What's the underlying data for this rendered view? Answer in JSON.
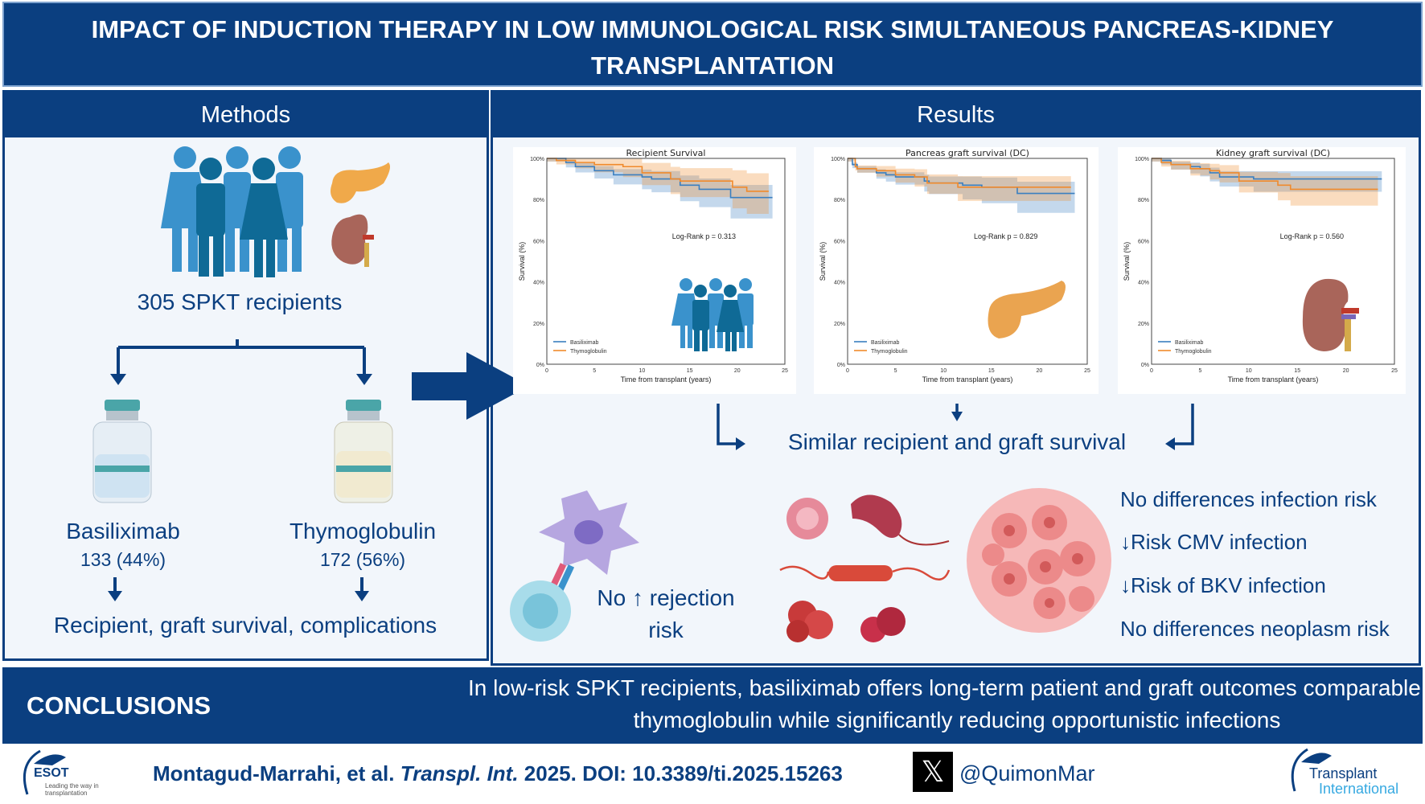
{
  "title": "IMPACT OF INDUCTION THERAPY IN LOW IMMUNOLOGICAL RISK SIMULTANEOUS PANCREAS-KIDNEY TRANSPLANTATION",
  "methods": {
    "header": "Methods",
    "cohort": "305 SPKT recipients",
    "groups": [
      {
        "name": "Basiliximab",
        "count": "133 (44%)"
      },
      {
        "name": "Thymoglobulin",
        "count": "172 (56%)"
      }
    ],
    "outcomes": "Recipient, graft survival, complications"
  },
  "results": {
    "header": "Results",
    "summary": "Similar recipient and graft survival",
    "rejection_line1": "No ↑ rejection",
    "rejection_line2": "risk",
    "infection_findings": [
      "No differences infection risk",
      "↓Risk CMV infection",
      "↓Risk of BKV infection",
      "No differences neoplasm risk"
    ]
  },
  "chart_data": [
    {
      "type": "line",
      "title": "Recipient Survival",
      "xlabel": "Time from transplant (years)",
      "ylabel": "Survival (%)",
      "xlim": [
        0,
        25
      ],
      "ylim": [
        0,
        100
      ],
      "xticks": [
        "0",
        "5",
        "10",
        "15",
        "20",
        "25"
      ],
      "yticks": [
        "0%",
        "20%",
        "40%",
        "60%",
        "80%",
        "100%"
      ],
      "annotation": "Log-Rank p = 0.313",
      "legend": "bottom-left",
      "series": [
        {
          "name": "Basiliximab",
          "color": "#3a7fc0",
          "points": [
            [
              0,
              100
            ],
            [
              2,
              98
            ],
            [
              3,
              96
            ],
            [
              5,
              94
            ],
            [
              7,
              92
            ],
            [
              10,
              91
            ],
            [
              11,
              90
            ],
            [
              14,
              87
            ],
            [
              16,
              85
            ],
            [
              19.3,
              81
            ],
            [
              23.7,
              81
            ]
          ]
        },
        {
          "name": "Thymoglobulin",
          "color": "#f08a2c",
          "points": [
            [
              0,
              100
            ],
            [
              1,
              99
            ],
            [
              3,
              98
            ],
            [
              5,
              97
            ],
            [
              8,
              96
            ],
            [
              10,
              93
            ],
            [
              13,
              90
            ],
            [
              14,
              89
            ],
            [
              19.5,
              86
            ],
            [
              21,
              84
            ],
            [
              23.3,
              84
            ]
          ]
        }
      ]
    },
    {
      "type": "line",
      "title": "Pancreas graft survival (DC)",
      "xlabel": "Time from transplant (years)",
      "ylabel": "Survival (%)",
      "xlim": [
        0,
        25
      ],
      "ylim": [
        0,
        100
      ],
      "xticks": [
        "0",
        "5",
        "10",
        "15",
        "20",
        "25"
      ],
      "yticks": [
        "0%",
        "20%",
        "40%",
        "60%",
        "80%",
        "100%"
      ],
      "annotation": "Log-Rank p = 0.829",
      "legend": "bottom-left",
      "series": [
        {
          "name": "Basiliximab",
          "color": "#3a7fc0",
          "points": [
            [
              0,
              100
            ],
            [
              0.5,
              97
            ],
            [
              1,
              95
            ],
            [
              3,
              93
            ],
            [
              4,
              92
            ],
            [
              5,
              91
            ],
            [
              8,
              89
            ],
            [
              8.5,
              88
            ],
            [
              12,
              87
            ],
            [
              14,
              86
            ],
            [
              17.7,
              83
            ],
            [
              23.7,
              83
            ]
          ]
        },
        {
          "name": "Thymoglobulin",
          "color": "#f08a2c",
          "points": [
            [
              0,
              100
            ],
            [
              0.8,
              96
            ],
            [
              1,
              95
            ],
            [
              3,
              94
            ],
            [
              5,
              92
            ],
            [
              7,
              91
            ],
            [
              8.3,
              88
            ],
            [
              11.5,
              86
            ],
            [
              23.3,
              86
            ]
          ]
        }
      ]
    },
    {
      "type": "line",
      "title": "Kidney graft survival (DC)",
      "xlabel": "Time from transplant (years)",
      "ylabel": "Survival (%)",
      "xlim": [
        0,
        25
      ],
      "ylim": [
        0,
        100
      ],
      "xticks": [
        "0",
        "5",
        "10",
        "15",
        "20",
        "25"
      ],
      "yticks": [
        "0%",
        "20%",
        "40%",
        "60%",
        "80%",
        "100%"
      ],
      "annotation": "Log-Rank p = 0.560",
      "legend": "bottom-left",
      "series": [
        {
          "name": "Basiliximab",
          "color": "#3a7fc0",
          "points": [
            [
              0,
              100
            ],
            [
              1,
              99
            ],
            [
              2,
              97
            ],
            [
              4,
              96
            ],
            [
              5,
              95
            ],
            [
              6,
              93
            ],
            [
              7,
              91
            ],
            [
              10.5,
              90
            ],
            [
              23.7,
              90
            ]
          ]
        },
        {
          "name": "Thymoglobulin",
          "color": "#f08a2c",
          "points": [
            [
              0,
              100
            ],
            [
              1,
              98
            ],
            [
              2,
              97
            ],
            [
              4,
              95
            ],
            [
              6,
              94
            ],
            [
              7,
              93
            ],
            [
              9,
              89
            ],
            [
              13,
              87
            ],
            [
              14.3,
              85
            ],
            [
              23.3,
              85
            ]
          ]
        }
      ]
    }
  ],
  "conclusions": {
    "label": "CONCLUSIONS",
    "line1": "In low-risk SPKT recipients, basiliximab offers long-term patient and graft outcomes comparable to",
    "line2": "thymoglobulin while significantly reducing opportunistic infections"
  },
  "footer": {
    "citation_authors": "Montagud-Marrahi, et al. ",
    "citation_journal": "Transpl. Int.",
    "citation_rest": " 2025. DOI: 10.3389/ti.2025.15263",
    "handle": "@QuimonMar",
    "esot_logo": "ESOT",
    "esot_tagline": "Leading the way in transplantation",
    "journal_logo_1": "Transplant",
    "journal_logo_2": "International"
  },
  "colors": {
    "brand": "#0b3f80",
    "basiliximab": "#3a7fc0",
    "thymoglobulin": "#f08a2c"
  }
}
